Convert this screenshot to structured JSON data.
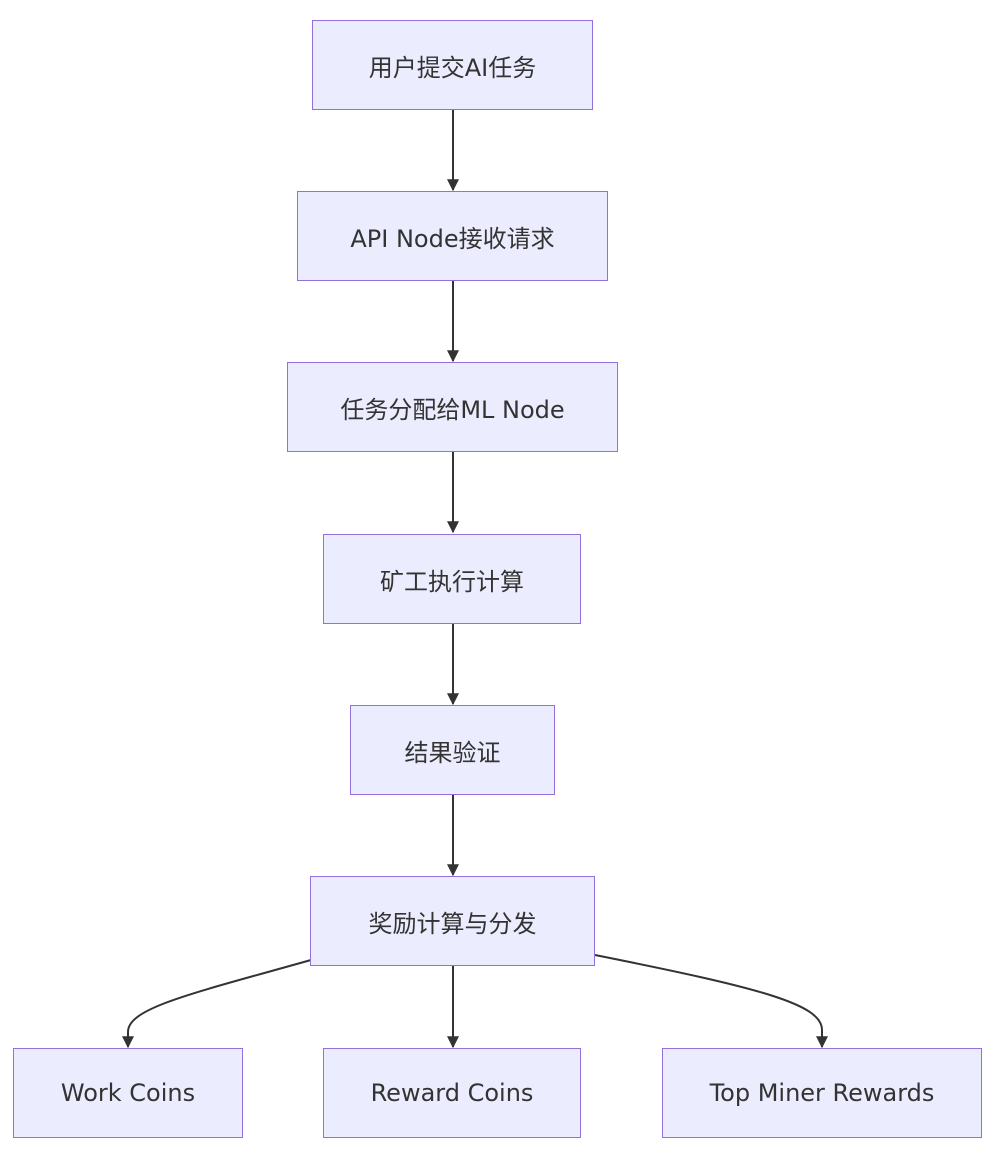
{
  "diagram": {
    "type": "flowchart",
    "direction": "top-down",
    "colors": {
      "node_fill": "#ececff",
      "node_border": "#9370db",
      "edge": "#333333",
      "text": "#333333"
    },
    "nodes": {
      "submit": "用户提交AI任务",
      "api": "API Node接收请求",
      "assign": "任务分配给ML Node",
      "compute": "矿工执行计算",
      "verify": "结果验证",
      "reward": "奖励计算与分发",
      "work_coins": "Work Coins",
      "reward_coins": "Reward Coins",
      "top_miner": "Top Miner Rewards"
    },
    "edges": [
      {
        "from": "submit",
        "to": "api"
      },
      {
        "from": "api",
        "to": "assign"
      },
      {
        "from": "assign",
        "to": "compute"
      },
      {
        "from": "compute",
        "to": "verify"
      },
      {
        "from": "verify",
        "to": "reward"
      },
      {
        "from": "reward",
        "to": "work_coins"
      },
      {
        "from": "reward",
        "to": "reward_coins"
      },
      {
        "from": "reward",
        "to": "top_miner"
      }
    ]
  }
}
